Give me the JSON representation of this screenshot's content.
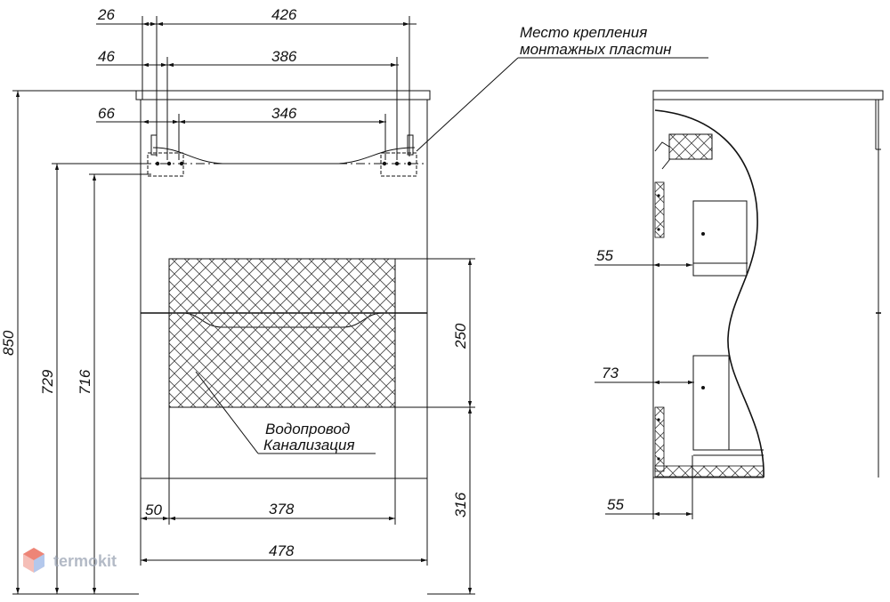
{
  "front_view": {
    "dimensions": {
      "top_26": "26",
      "top_426": "426",
      "top_46": "46",
      "top_386": "386",
      "top_66": "66",
      "top_346": "346",
      "height_850": "850",
      "height_729": "729",
      "height_716": "716",
      "pipe_250": "250",
      "pipe_316": "316",
      "bottom_50": "50",
      "bottom_378": "378",
      "bottom_478": "478"
    },
    "mount_label_line1": "Место крепления",
    "mount_label_line2": "монтажных пластин",
    "pipe_label_line1": "Водопровод",
    "pipe_label_line2": "Канализация"
  },
  "side_view": {
    "dimensions": {
      "d_55_top": "55",
      "d_73": "73",
      "d_55_bottom": "55"
    }
  },
  "watermark": {
    "text": "termokit",
    "icon": "hexagon-logo-icon",
    "color": "#9aa3b3"
  }
}
